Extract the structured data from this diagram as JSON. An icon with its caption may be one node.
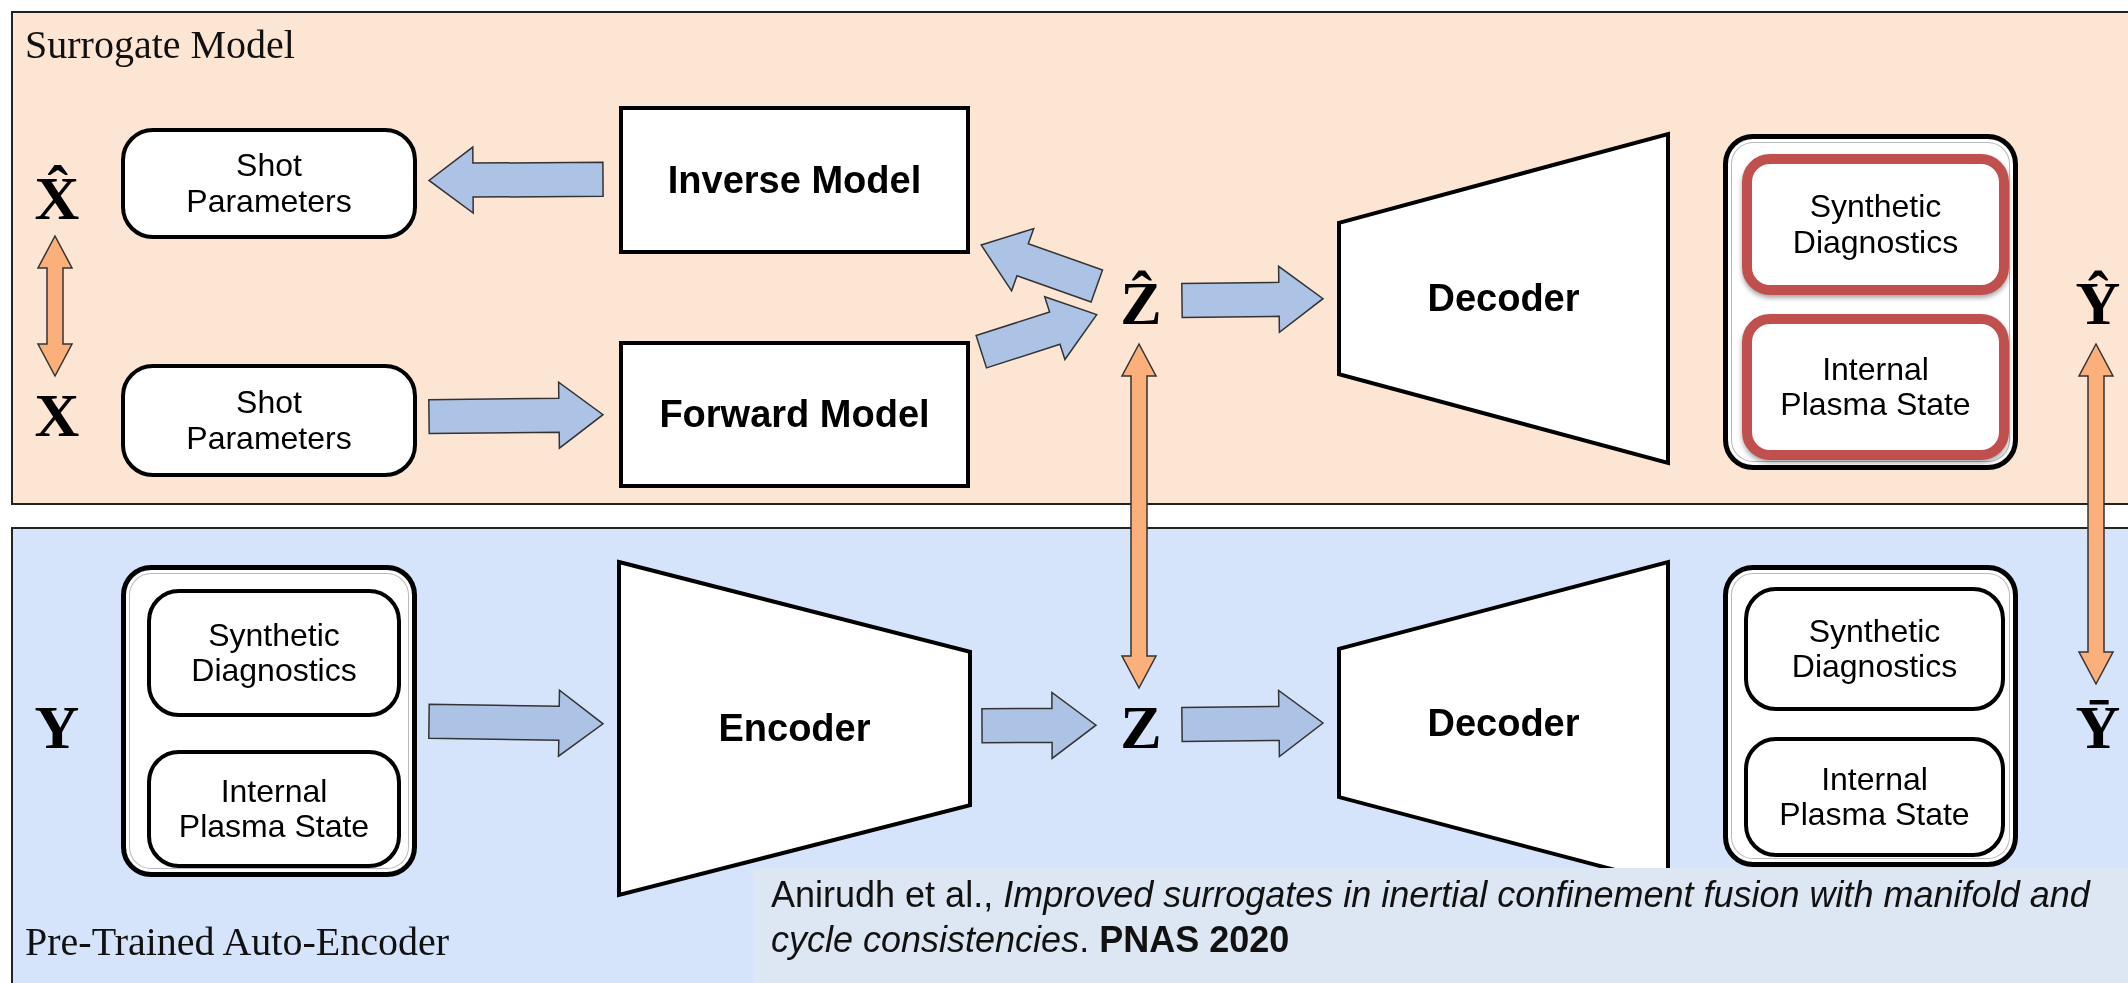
{
  "diagram": {
    "nodes": [
      {
        "text": [
          "Surrogate Model"
        ]
      },
      {
        "text": [
          "Pre-Trained Auto-Encoder"
        ]
      },
      {
        "text": [
          "X̂"
        ],
        "in": 0
      },
      {
        "text": [
          "Shot Parameters"
        ],
        "in": 0
      },
      {
        "text": [
          "Inverse Model"
        ],
        "in": 0
      },
      {
        "text": [
          "X"
        ],
        "in": 0
      },
      {
        "text": [
          "Shot Parameters"
        ],
        "in": 0
      },
      {
        "text": [
          "Forward Model"
        ],
        "in": 0
      },
      {
        "text": [
          "Ẑ"
        ],
        "in": 0
      },
      {
        "text": [
          "Decoder"
        ],
        "in": 0
      },
      {
        "text": [],
        "shape": "box",
        "in": 0
      },
      {
        "text": [
          "Synthetic Diagnostics"
        ],
        "in": 10
      },
      {
        "text": [
          "Internal Plasma State"
        ],
        "in": 10
      },
      {
        "text": [
          "Ŷ"
        ],
        "in": 0
      },
      {
        "text": [
          "Y"
        ],
        "in": 1
      },
      {
        "text": [],
        "shape": "box",
        "in": 1
      },
      {
        "text": [
          "Synthetic Diagnostics"
        ],
        "in": 15
      },
      {
        "text": [
          "Internal Plasma State"
        ],
        "in": 15
      },
      {
        "text": [
          "Encoder"
        ],
        "in": 1
      },
      {
        "text": [
          "Z"
        ],
        "in": 1
      },
      {
        "text": [
          "Decoder"
        ],
        "in": 1
      },
      {
        "text": [],
        "shape": "box",
        "in": 1
      },
      {
        "text": [
          "Synthetic Diagnostics"
        ],
        "in": 21
      },
      {
        "text": [
          "Internal Plasma State"
        ],
        "in": 21
      },
      {
        "text": [
          "Ȳ"
        ],
        "in": 1
      }
    ],
    "edges": [
      {
        "from": 4,
        "to": 3,
        "arrow": "to"
      },
      {
        "from": 8,
        "to": 4,
        "arrow": "to"
      },
      {
        "from": 6,
        "to": 7,
        "arrow": "to"
      },
      {
        "from": 7,
        "to": 8,
        "arrow": "to"
      },
      {
        "from": 8,
        "to": 9,
        "arrow": "to"
      },
      {
        "from": 2,
        "to": 5,
        "arrow": "both",
        "color": "#fbb07b"
      },
      {
        "from": 8,
        "to": 19,
        "arrow": "both",
        "color": "#fbb07b"
      },
      {
        "from": 13,
        "to": 24,
        "arrow": "both",
        "color": "#fbb07b"
      },
      {
        "from": 15,
        "to": 18,
        "arrow": "to"
      },
      {
        "from": 18,
        "to": 19,
        "arrow": "to"
      },
      {
        "from": 19,
        "to": 20,
        "arrow": "to"
      }
    ],
    "labels": [
      "Anirudh et al., *Improved surrogates in inertial confinement fusion with manifold and cycle consistencies*. **PNAS 2020**"
    ]
  }
}
